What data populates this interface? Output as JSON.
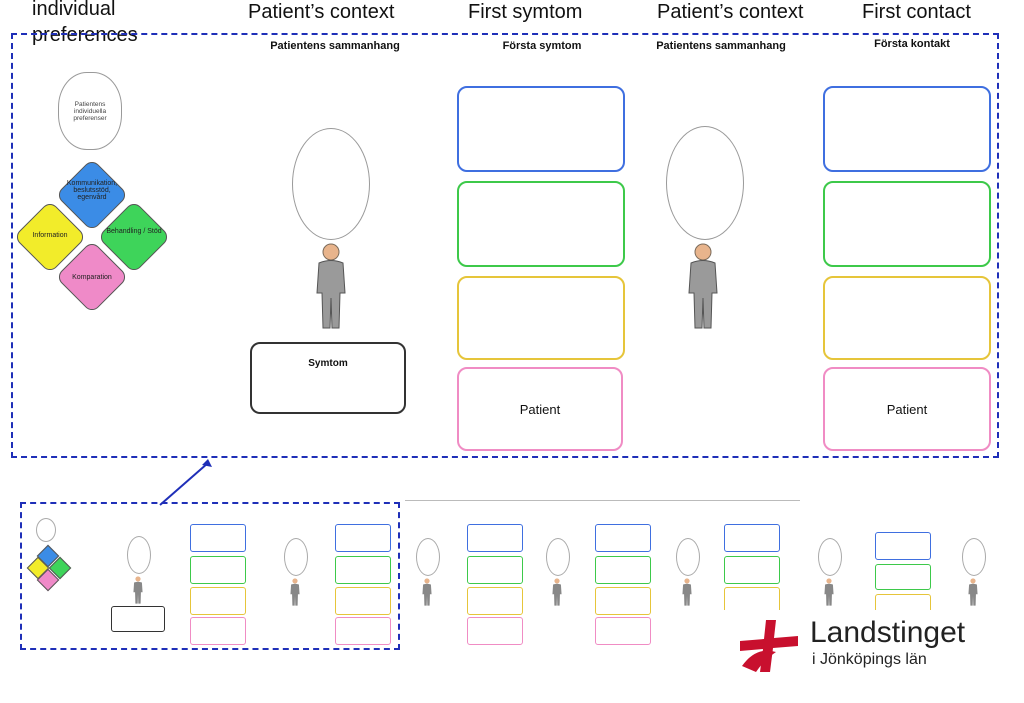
{
  "headers": {
    "col1": "individual preferences",
    "col2": "Patient’s context",
    "col3": "First symtom",
    "col4": "Patient’s context",
    "col5": "First contact"
  },
  "subheaders": {
    "col2": "Patientens sammanhang",
    "col3": "Första symtom",
    "col4": "Patientens sammanhang",
    "col5": "Första kontakt"
  },
  "preferences_bubble": "Patientens individuella preferenser",
  "diamonds": {
    "top": "Kommunikation, beslutsstöd, egenvård",
    "left": "Information",
    "right": "Behandling / Stöd",
    "bottom": "Komparation"
  },
  "symptom_box": "Symtom",
  "patient_label": "Patient",
  "logo": {
    "name": "Landstinget",
    "region": "i Jönköpings län",
    "color": "#c8102e"
  },
  "colors": {
    "frame": "#1f2fb8",
    "blue": "#3f6fe0",
    "green": "#3dc94a",
    "yellow": "#e6c53a",
    "pink": "#f08cc4",
    "diamond_blue": "#3b8ce6",
    "diamond_yellow": "#f2ec2a",
    "diamond_green": "#3ed45a",
    "diamond_pink": "#ef8ac8"
  }
}
